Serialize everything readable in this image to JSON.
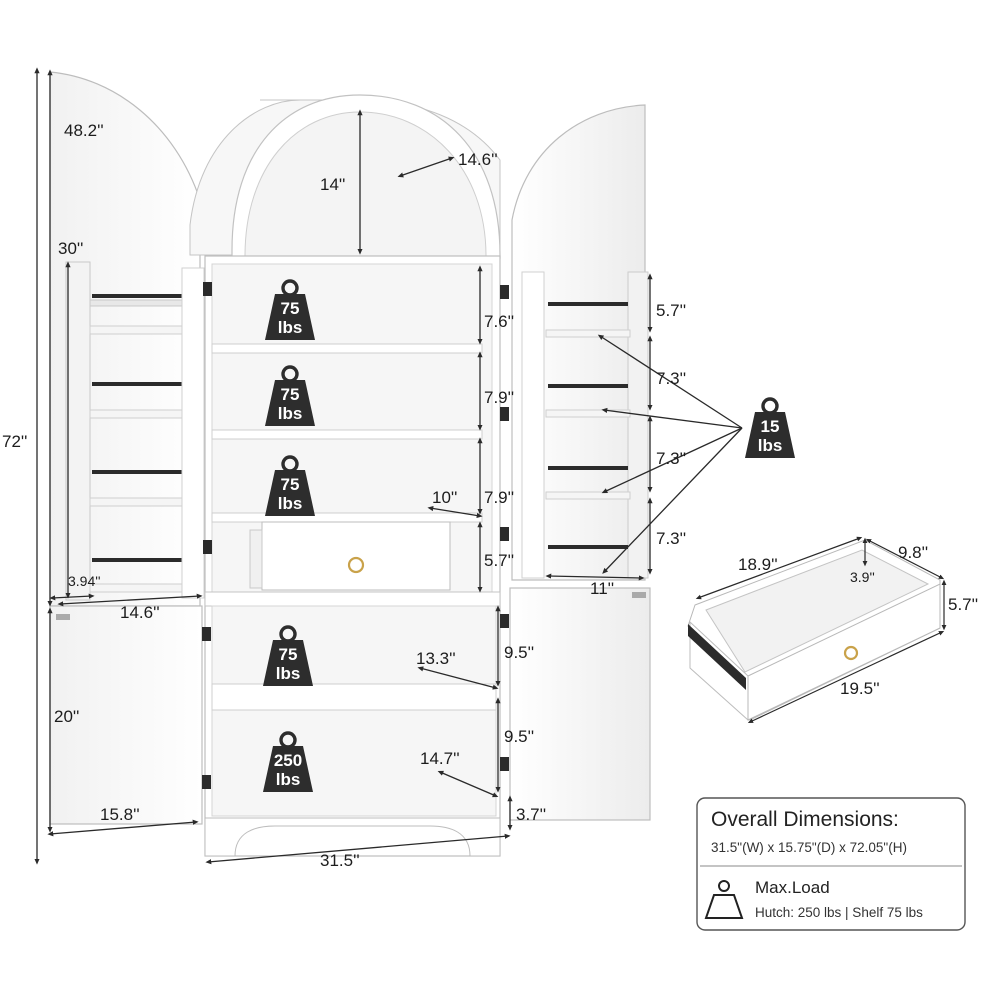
{
  "cabinet": {
    "total_height": "72''",
    "door_arch_height": "48.2''",
    "door_upper_height": "30''",
    "door_shelf_depth": "3.94''",
    "door_width": "14.6''",
    "door_lower_height": "20''",
    "lower_door_width": "15.8''",
    "arch_inner_height": "14''",
    "arch_inner_width": "14.6''",
    "shelf_gap_1": "7.6''",
    "shelf_gap_2": "7.9''",
    "shelf_gap_3": "7.9''",
    "drawer_height": "5.7''",
    "inner_depth_upper": "10''",
    "lower_gap_1": "9.5''",
    "lower_gap_2": "9.5''",
    "lower_depth_1": "13.3''",
    "lower_depth_2": "14.7''",
    "base_height": "3.7''",
    "overall_width": "31.5''",
    "right_door_gap_top": "5.7''",
    "right_door_gap_1": "7.3''",
    "right_door_gap_2": "7.3''",
    "right_door_gap_3": "7.3''",
    "right_door_width": "11''"
  },
  "weights": {
    "shelf_1": {
      "value": "75",
      "unit": "lbs"
    },
    "shelf_2": {
      "value": "75",
      "unit": "lbs"
    },
    "shelf_3": {
      "value": "75",
      "unit": "lbs"
    },
    "shelf_4": {
      "value": "75",
      "unit": "lbs"
    },
    "hutch": {
      "value": "250",
      "unit": "lbs"
    },
    "door_shelf": {
      "value": "15",
      "unit": "lbs"
    }
  },
  "drawer": {
    "width": "18.9''",
    "inner_depth": "3.9''",
    "depth": "9.8''",
    "height": "5.7''",
    "front_width": "19.5''"
  },
  "info_panel": {
    "title": "Overall Dimensions:",
    "dimensions": "31.5\"(W) x 15.75\"(D) x 72.05\"(H)",
    "max_load_label": "Max.Load",
    "max_load_detail": "Hutch: 250 lbs | Shelf 75 lbs"
  },
  "colors": {
    "weight_badge": "#2d2d2d",
    "line": "#2a2a2a",
    "rod": "#2b2b2b",
    "cabinet_edge": "#b8b8b8",
    "handle_gold": "#c9a24a"
  }
}
